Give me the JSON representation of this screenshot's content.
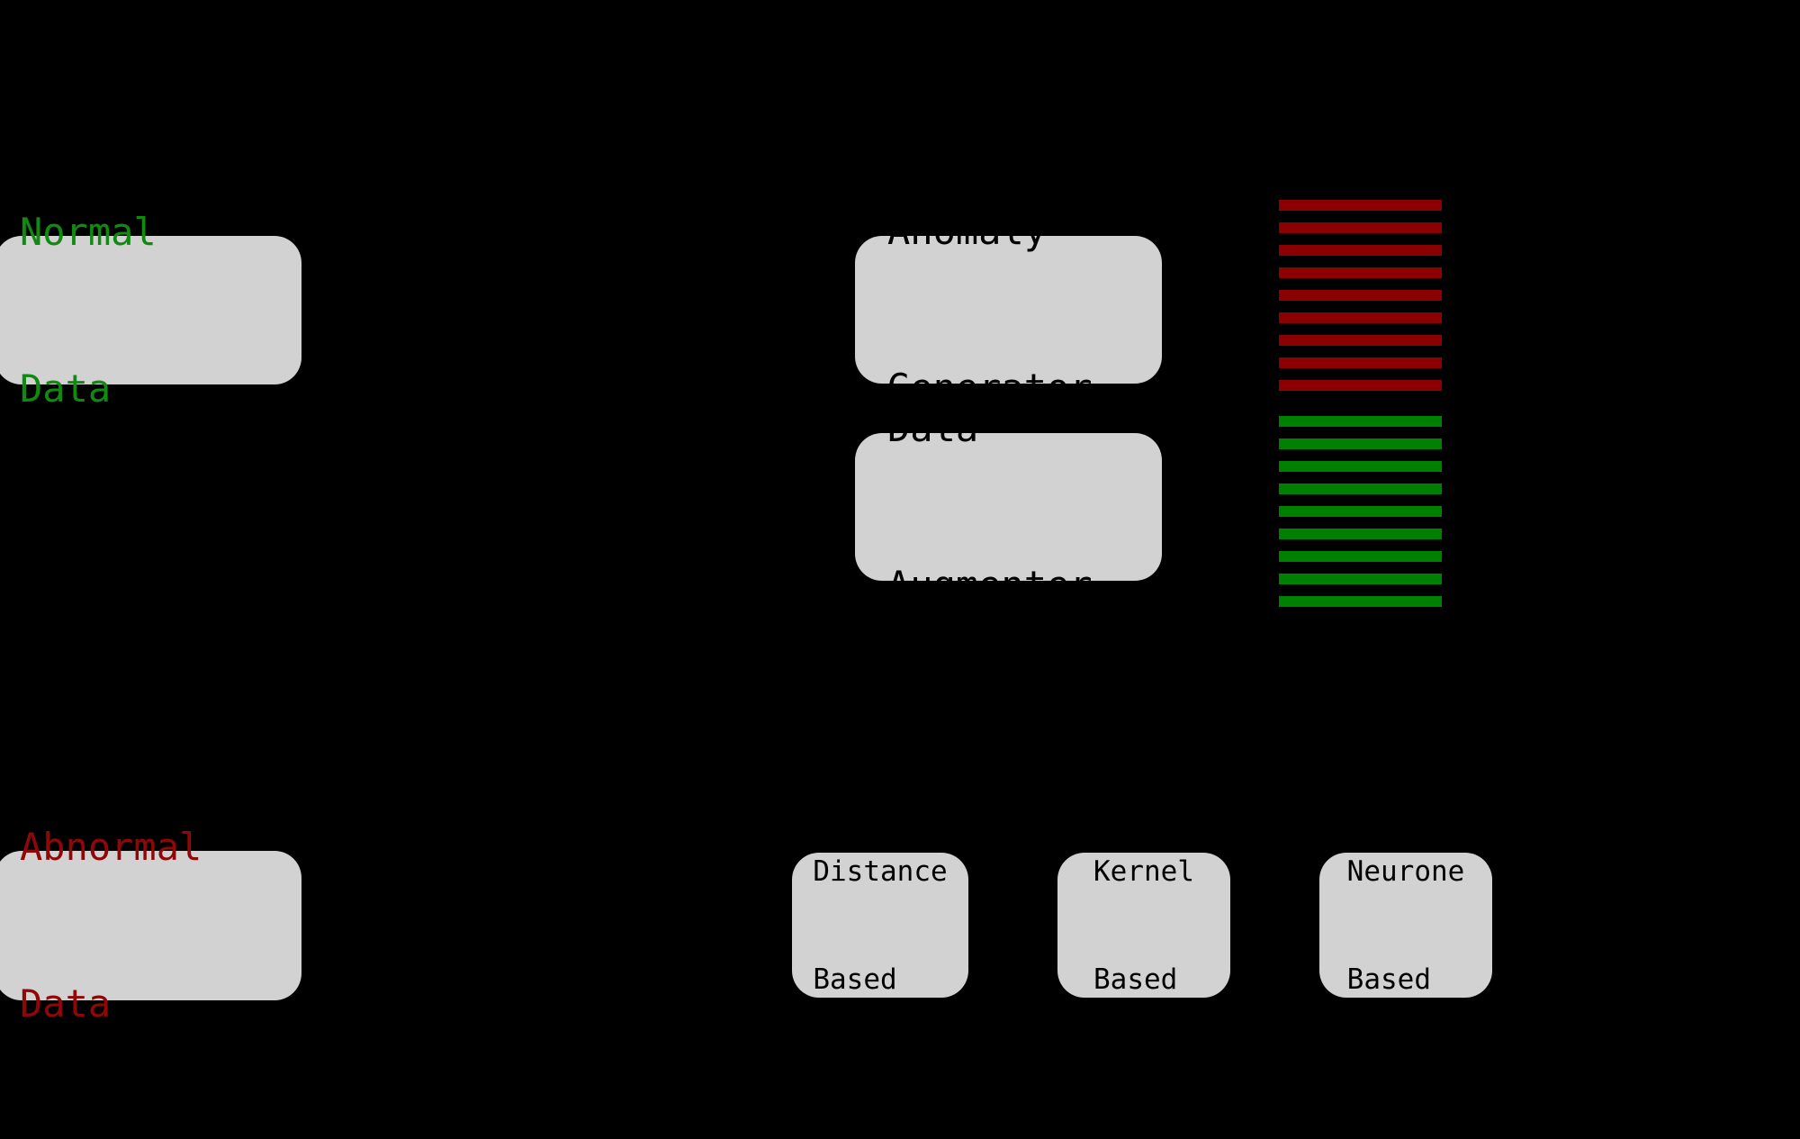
{
  "canvas": {
    "background_color": "#000000",
    "node_fill_color": "#D2D2D2"
  },
  "nodes": {
    "normal_data": {
      "lines": [
        "Normal",
        "Data"
      ],
      "text_color": "#108A10"
    },
    "abnormal_data": {
      "lines": [
        "Abnormal",
        "Data"
      ],
      "text_color": "#8F0707"
    },
    "anomaly_generator": {
      "lines": [
        "Anomaly",
        "Generator"
      ],
      "text_color": "#000000"
    },
    "data_augmenter": {
      "lines": [
        "Data",
        "Augmenter"
      ],
      "text_color": "#000000"
    },
    "distance_based": {
      "lines": [
        "Distance",
        "Based"
      ],
      "text_color": "#000000"
    },
    "kernel_based": {
      "lines": [
        "Kernel",
        "Based"
      ],
      "text_color": "#000000"
    },
    "neurone_based": {
      "lines": [
        "Neurone",
        "Based"
      ],
      "text_color": "#000000"
    }
  },
  "stripe_groups": [
    {
      "name": "abnormal-sample-stack",
      "color": "#8B0000",
      "count": 9
    },
    {
      "name": "normal-sample-stack",
      "color": "#008000",
      "count": 9
    }
  ]
}
